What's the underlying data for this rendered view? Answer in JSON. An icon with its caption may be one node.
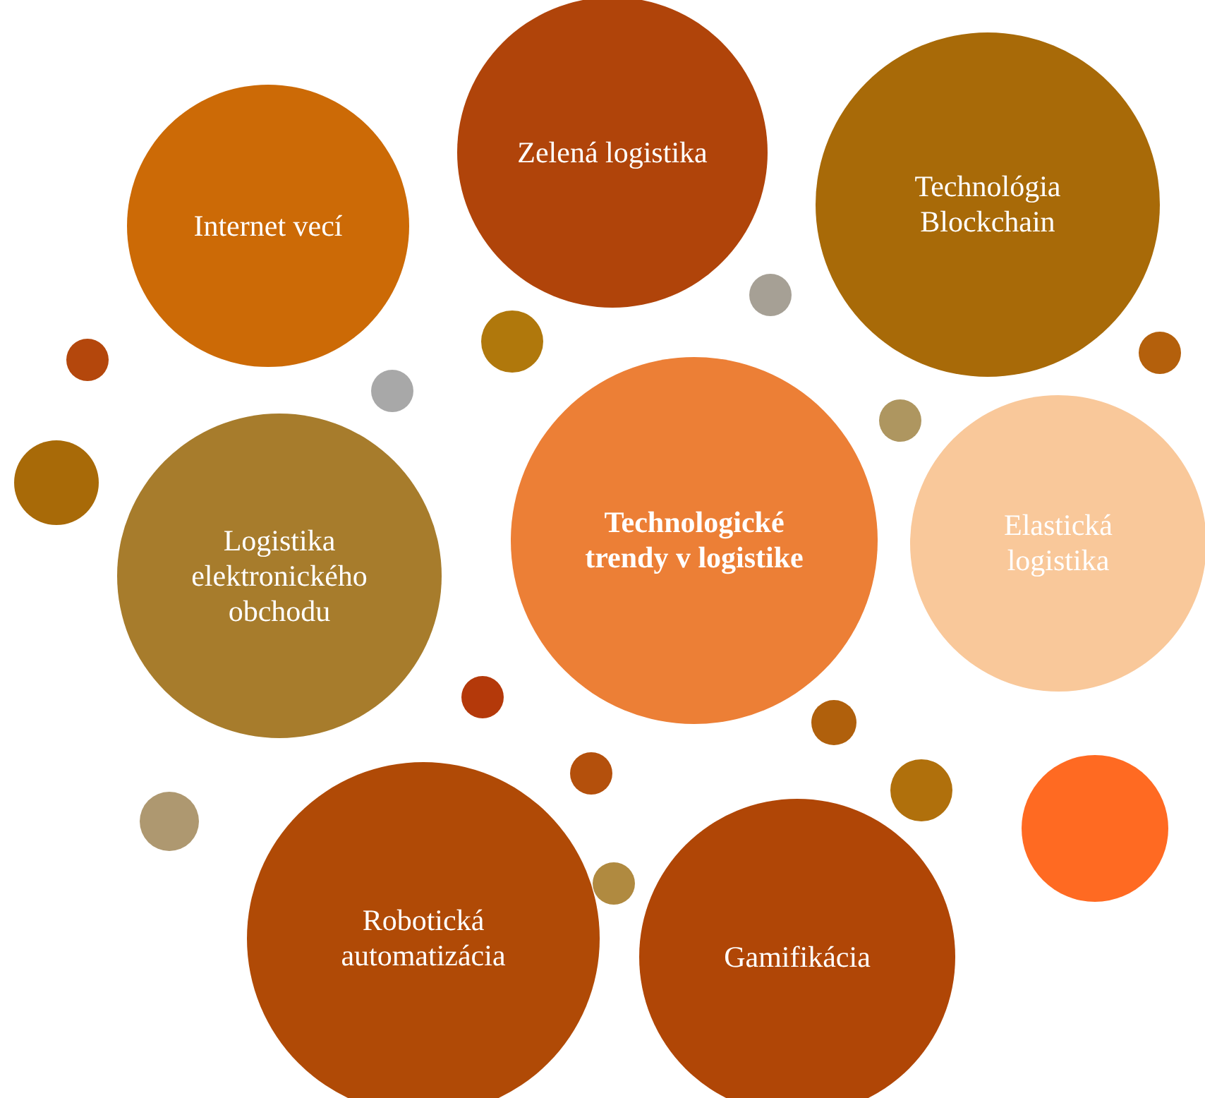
{
  "diagram": {
    "nodes": [
      {
        "text": [
          "Zelená logistika"
        ]
      },
      {
        "text": [
          "Internet vecí"
        ]
      },
      {
        "text": [
          "Technológia Blockchain"
        ]
      },
      {
        "text": [
          "Technologické trendy v logistike"
        ]
      },
      {
        "text": [
          "Elastická logistika"
        ]
      },
      {
        "text": [
          "Logistika elektronického obchodu"
        ]
      },
      {
        "text": [
          "Robotická automatizácia"
        ]
      },
      {
        "text": [
          "Gamifikácia"
        ]
      },
      {
        "text": [],
        "shape": "circle"
      },
      {
        "text": [],
        "shape": "circle"
      },
      {
        "text": [],
        "shape": "circle"
      },
      {
        "text": [],
        "shape": "circle"
      },
      {
        "text": [],
        "shape": "circle"
      },
      {
        "text": [],
        "shape": "circle"
      },
      {
        "text": [],
        "shape": "circle"
      },
      {
        "text": [],
        "shape": "circle"
      },
      {
        "text": [],
        "shape": "circle"
      },
      {
        "text": [],
        "shape": "circle"
      },
      {
        "text": [],
        "shape": "circle"
      },
      {
        "text": [],
        "shape": "circle"
      },
      {
        "text": [],
        "shape": "circle"
      },
      {
        "text": [],
        "shape": "circle"
      }
    ]
  }
}
